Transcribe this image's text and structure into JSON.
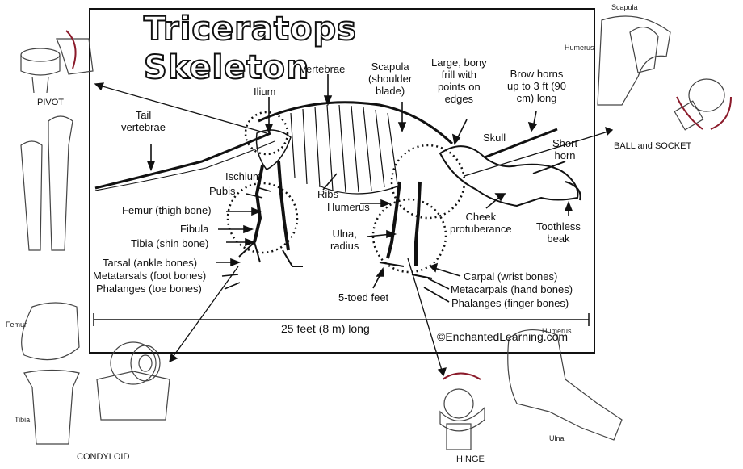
{
  "title": "Triceratops Skeleton",
  "labels": {
    "tail_vertebrae": "Tail\nvertebrae",
    "ilium": "Ilium",
    "vertebrae": "Vertebrae",
    "scapula": "Scapula\n(shoulder\nblade)",
    "frill": "Large, bony\nfrill with\npoints on\nedges",
    "brow_horns": "Brow horns\nup to 3 ft (90\ncm) long",
    "skull": "Skull",
    "short_horn": "Short\nhorn",
    "ischium": "Ischium",
    "pubis": "Pubis",
    "femur": "Femur (thigh bone)",
    "ribs": "Ribs",
    "humerus": "Humerus",
    "cheek": "Cheek\nprotuberance",
    "toothless_beak": "Toothless\nbeak",
    "fibula": "Fibula",
    "tibia": "Tibia (shin bone)",
    "ulna_radius": "Ulna,\nradius",
    "tarsal": "Tarsal (ankle bones)",
    "metatarsals": "Metatarsals (foot bones)",
    "phalanges_toe": "Phalanges (toe bones)",
    "five_toed": "5-toed feet",
    "carpal": "Carpal (wrist bones)",
    "metacarpals": "Metacarpals (hand bones)",
    "phalanges_finger": "Phalanges (finger bones)",
    "length": "25 feet (8 m) long",
    "credit": "©EnchantedLearning.com"
  },
  "joints": {
    "pivot": "PIVOT",
    "ball_socket": "BALL and SOCKET",
    "condyloid": "CONDYLOID",
    "hinge": "HINGE"
  },
  "anatomy": {
    "scapula": "Scapula",
    "humerus_top": "Humerus",
    "femur": "Femur",
    "tibia": "Tibia",
    "humerus_bottom": "Humerus",
    "ulna": "Ulna"
  }
}
